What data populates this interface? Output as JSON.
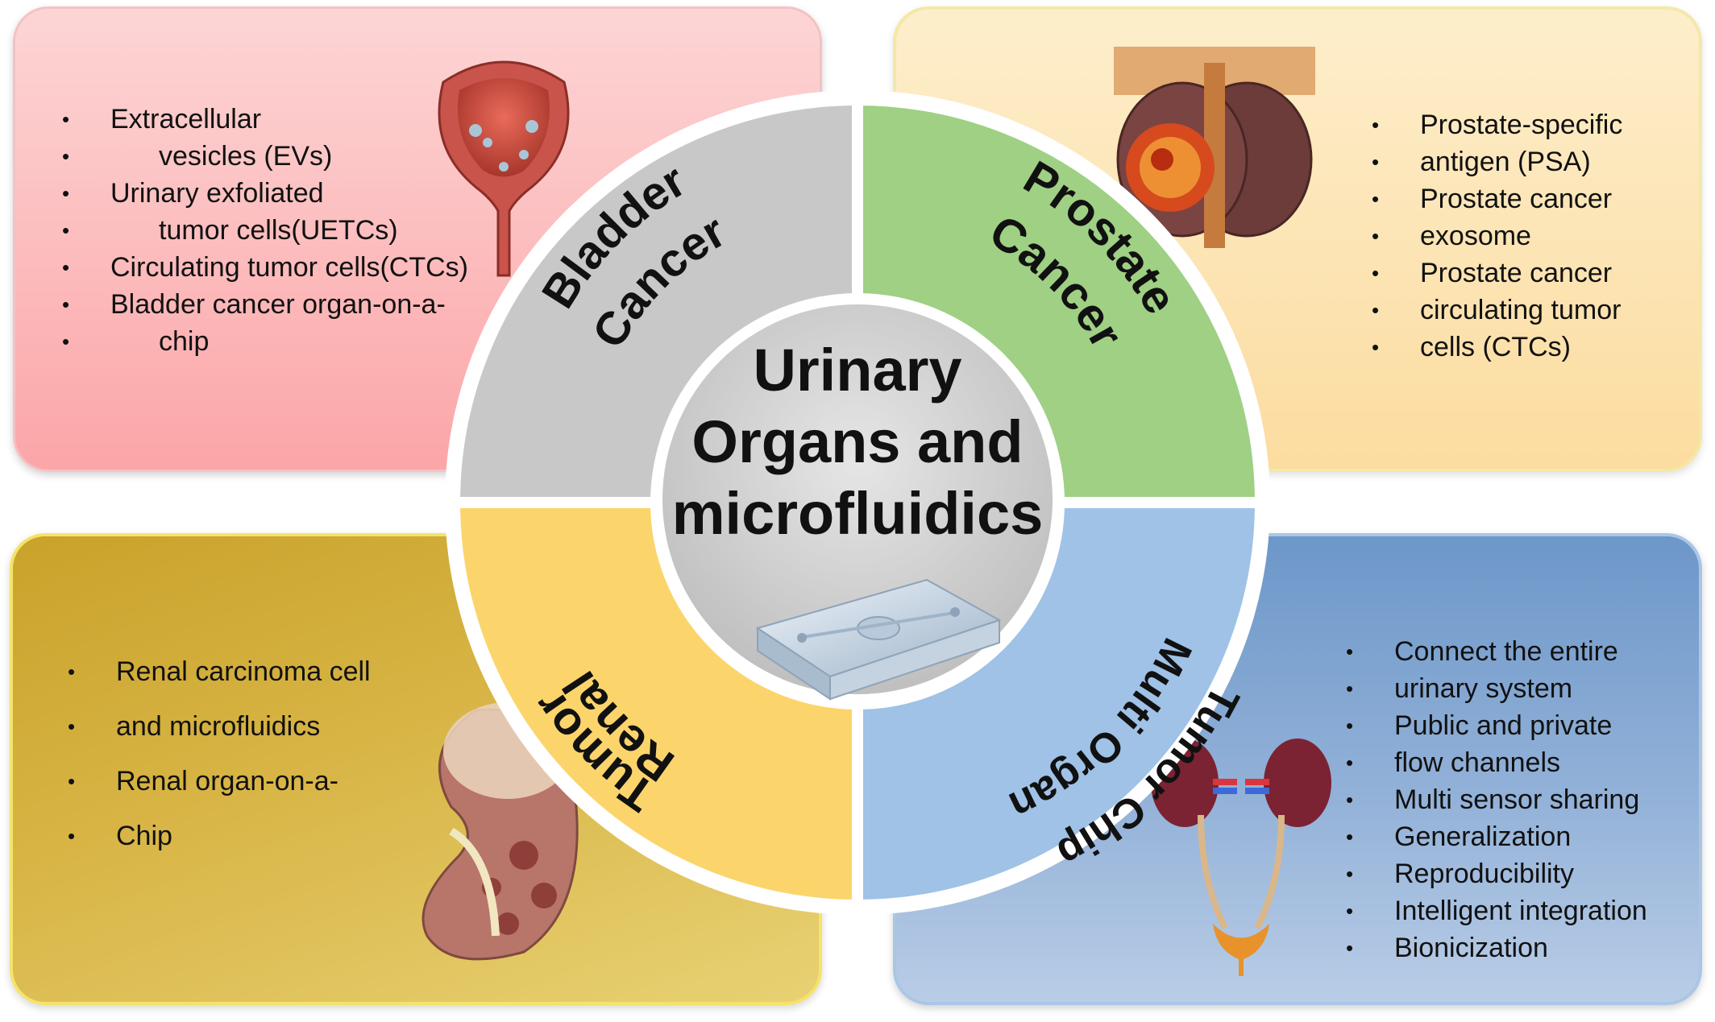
{
  "center_title": {
    "line1": "Urinary",
    "line2": "Organs and",
    "line3": "microfluidics"
  },
  "sectors": {
    "bladder": {
      "label_line1": "Bladder",
      "label_line2": "Cancer",
      "color": "#c8c8c8"
    },
    "prostate": {
      "label_line1": "Prostate",
      "label_line2": "Cancer",
      "color": "#9fd084"
    },
    "renal": {
      "label_line1": "Renal",
      "label_line2": "Tumor",
      "color": "#fbd56b"
    },
    "multi": {
      "label_line1": "Multi Organ",
      "label_line2": "Tumor Chip",
      "color": "#9fc2e6"
    }
  },
  "bladder_items": [
    "Extracellular",
    "vesicles (EVs)",
    "Urinary exfoliated",
    "tumor cells(UETCs)",
    "Circulating tumor cells(CTCs)",
    "Bladder cancer organ-on-a-",
    "chip"
  ],
  "prostate_items": [
    "Prostate-specific",
    "antigen (PSA)",
    "Prostate cancer",
    "exosome",
    "Prostate cancer",
    "circulating tumor",
    "cells (CTCs)"
  ],
  "renal_items": [
    "Renal carcinoma cell",
    "and microfluidics",
    "Renal organ-on-a-",
    "Chip"
  ],
  "multi_items": [
    "Connect the entire",
    "urinary system",
    "Public and private",
    "flow channels",
    "Multi sensor sharing",
    "Generalization",
    "Reproducibility",
    "Intelligent integration",
    "Bionicization"
  ],
  "colors": {
    "panel_bladder": "#fbb7b8",
    "panel_prostate": "#fde3b0",
    "panel_renal": "#d4b03f",
    "panel_multi": "#86a8d3",
    "center_circle": "#d2d2d2"
  }
}
